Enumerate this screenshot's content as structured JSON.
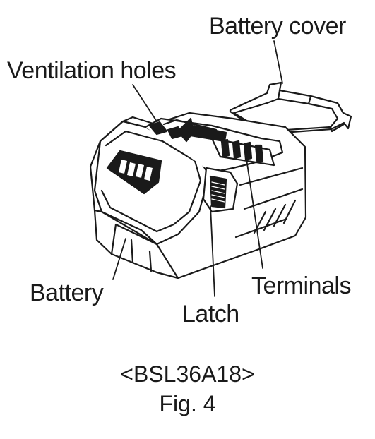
{
  "labels": {
    "battery_cover": "Battery cover",
    "ventilation_holes": "Ventilation holes",
    "terminals": "Terminals",
    "battery": "Battery",
    "latch": "Latch"
  },
  "caption": {
    "model": "<BSL36A18>",
    "figure": "Fig. 4"
  },
  "colors": {
    "line": "#1a1a1a",
    "fill": "#ffffff",
    "dark": "#1a1a1a"
  }
}
